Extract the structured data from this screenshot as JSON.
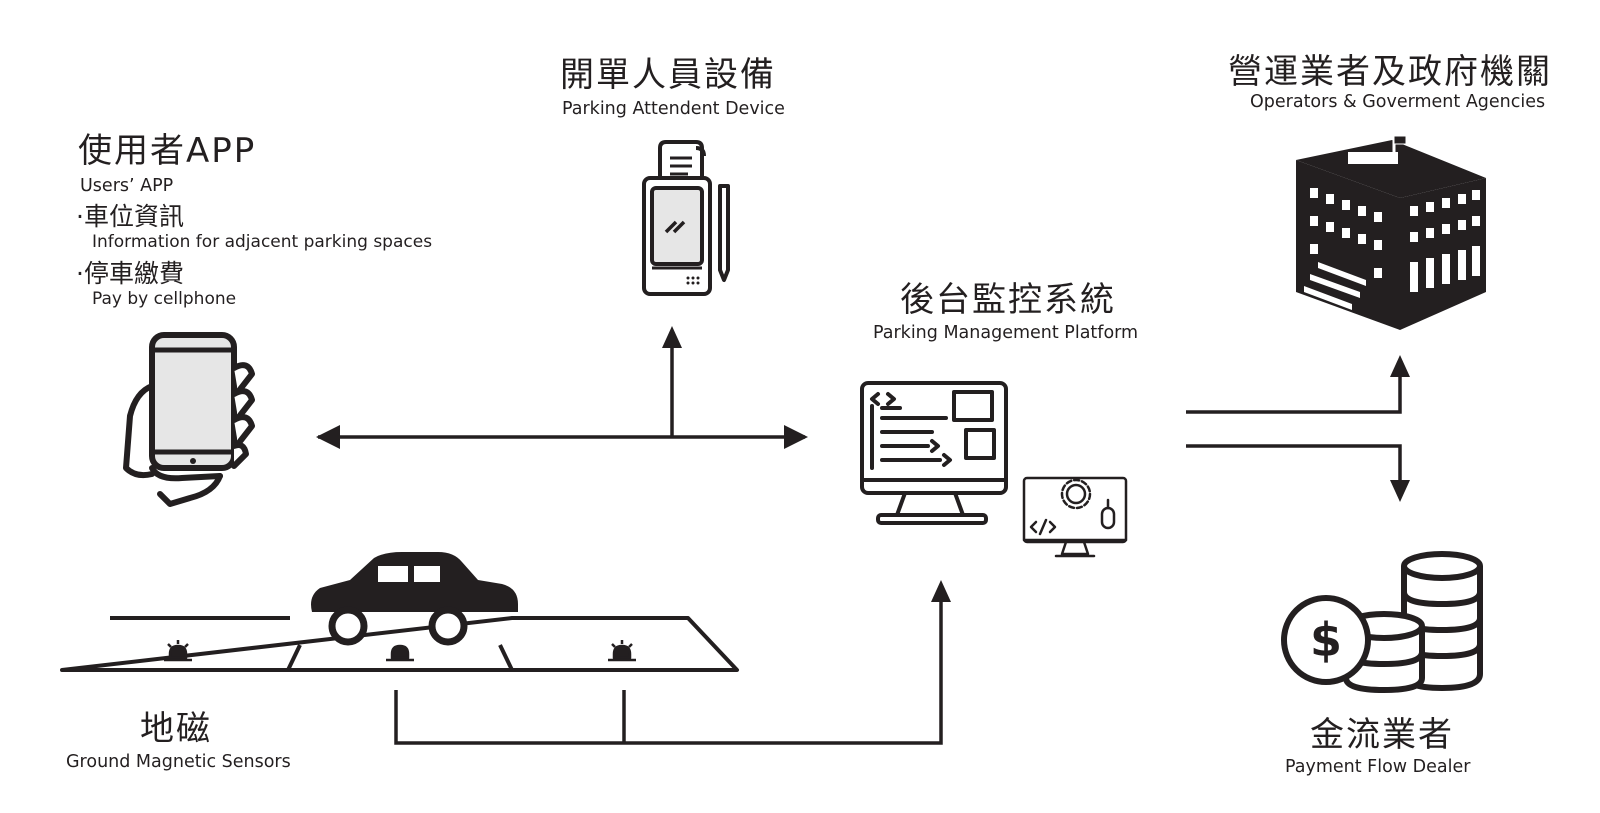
{
  "nodes": {
    "users_app": {
      "title_zh": "使用者APP",
      "title_en": "Users’ APP",
      "features": [
        {
          "zh": "·車位資訊",
          "en": "Information for adjacent parking spaces"
        },
        {
          "zh": "·停車繳費",
          "en": "Pay by cellphone"
        }
      ],
      "icon": "hand-holding-phone-icon"
    },
    "attendant": {
      "title_zh": "開單人員設備",
      "title_en": "Parking Attendent Device",
      "icon": "handheld-ticket-device-icon"
    },
    "platform": {
      "title_zh": "後台監控系統",
      "title_en": "Parking Management Platform",
      "icon": "monitor-code-icon"
    },
    "operators": {
      "title_zh": "營運業者及政府機關",
      "title_en": "Operators & Goverment Agencies",
      "icon": "government-building-icon"
    },
    "payment": {
      "title_zh": "金流業者",
      "title_en": "Payment Flow Dealer",
      "icon": "coins-dollar-icon"
    },
    "sensors": {
      "title_zh": "地磁",
      "title_en": "Ground Magnetic Sensors",
      "icon": "parking-car-sensor-icon"
    }
  },
  "colors": {
    "ink": "#231f20",
    "background": "#ffffff",
    "screen": "#e6e6e6"
  }
}
